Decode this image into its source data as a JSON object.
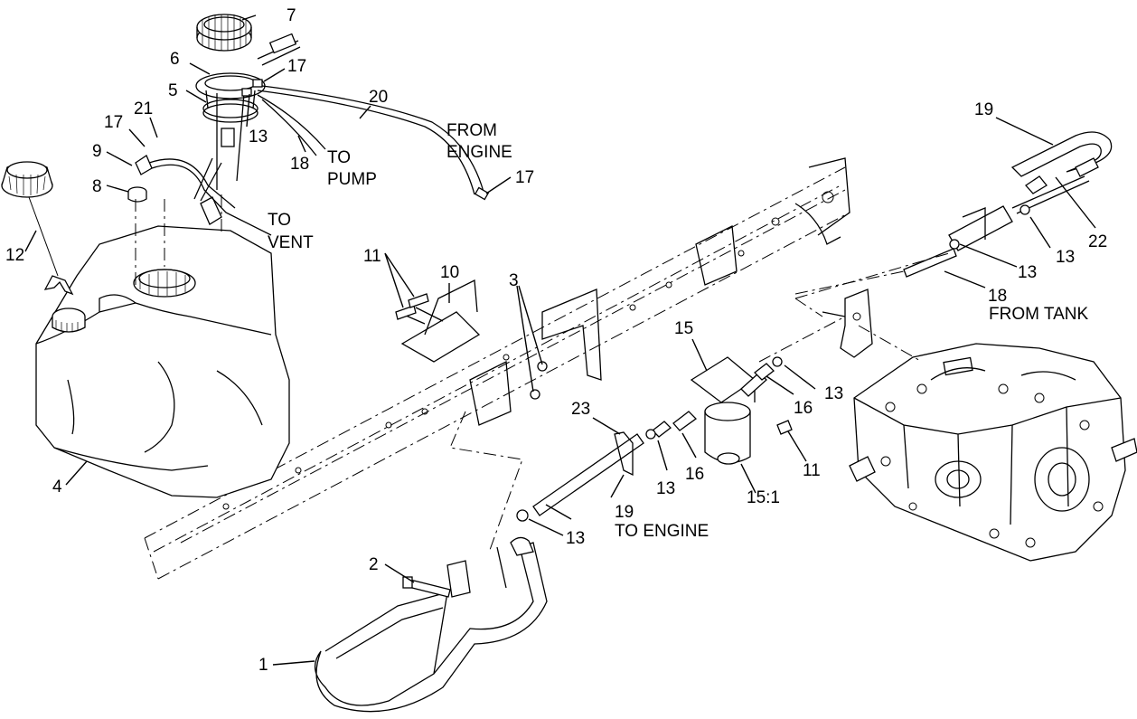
{
  "callouts": {
    "c1": "1",
    "c2": "2",
    "c3": "3",
    "c4": "4",
    "c5": "5",
    "c6": "6",
    "c7": "7",
    "c8": "8",
    "c9": "9",
    "c10": "10",
    "c11a": "11",
    "c11b": "11",
    "c12": "12",
    "c13a": "13",
    "c13b": "13",
    "c13c": "13",
    "c13d": "13",
    "c13e": "13",
    "c13f": "13",
    "c15": "15",
    "c15_1": "15:1",
    "c16a": "16",
    "c16b": "16",
    "c17a": "17",
    "c17b": "17",
    "c17c": "17",
    "c18a": "18",
    "c18b": "18",
    "c19a": "19",
    "c19b": "19",
    "c20": "20",
    "c21": "21",
    "c22": "22",
    "c23": "23"
  },
  "notes": {
    "to_vent_1": "TO",
    "to_vent_2": "VENT",
    "to_pump_1": "TO",
    "to_pump_2": "PUMP",
    "from_engine_1": "FROM",
    "from_engine_2": "ENGINE",
    "from_tank": "FROM TANK",
    "to_engine": "TO ENGINE"
  }
}
